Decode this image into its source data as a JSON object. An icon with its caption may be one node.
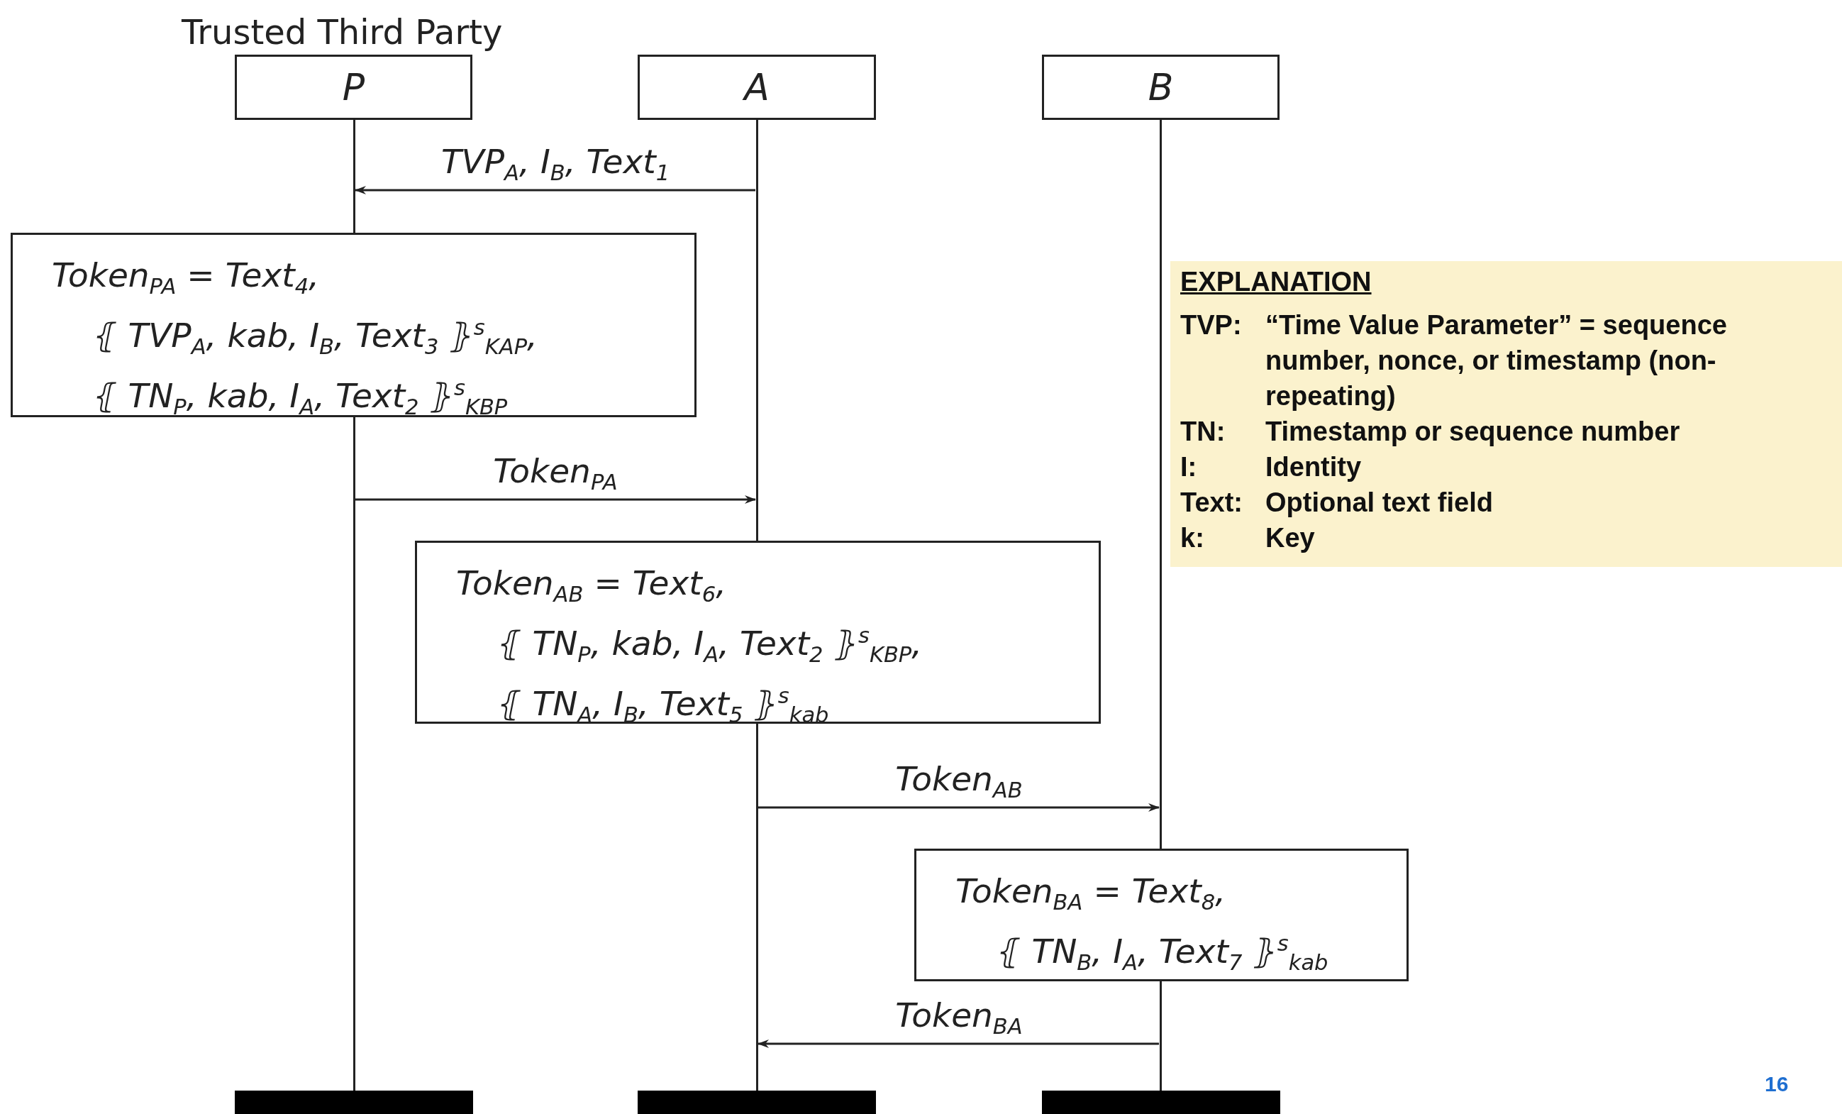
{
  "diagram": {
    "nodes": [
      {
        "text": [
          "Trusted Third Party",
          "P"
        ]
      },
      {
        "text": [
          "A"
        ]
      },
      {
        "text": [
          "B"
        ]
      },
      {
        "text": [
          "Token$_{PA}$ = Text$_{4}$,",
          "⦃ TVP$_{A}$, kab, I$_{B}$, Text$_{3}$ ⦄$^{s}$$_{KAP}$,",
          "⦃ TN$_{P}$, kab, I$_{A}$, Text$_{2}$ ⦄$^{s}$$_{KBP}$"
        ]
      },
      {
        "text": [
          "Token$_{AB}$ = Text$_{6}$,",
          "⦃ TN$_{P}$, kab, I$_{A}$, Text$_{2}$ ⦄$^{s}$$_{KBP}$,",
          "⦃ TN$_{A}$, I$_{B}$, Text$_{5}$ ⦄$^{s}$$_{kab}$"
        ]
      },
      {
        "text": [
          "Token$_{BA}$ = Text$_{8}$,",
          "⦃ TN$_{B}$, I$_{A}$, Text$_{7}$ ⦄$^{s}$$_{kab}$"
        ]
      },
      {
        "text": [
          "EXPLANATION",
          "TVP:",
          "“Time Value Parameter” = sequence number, nonce, or timestamp (non-repeating)",
          "TN:",
          "Timestamp or sequence number",
          "I:",
          "Identity",
          "Text:",
          "Optional text field",
          "k:",
          "Key"
        ]
      },
      {
        "text": [],
        "shape": "bar"
      },
      {
        "text": [],
        "shape": "bar"
      },
      {
        "text": [],
        "shape": "bar"
      },
      {
        "text": [],
        "shape": "line"
      },
      {
        "text": [],
        "shape": "line"
      },
      {
        "text": [],
        "shape": "line"
      },
      {
        "text": [],
        "shape": "line"
      },
      {
        "text": [],
        "shape": "line"
      },
      {
        "text": [],
        "shape": "line"
      }
    ],
    "edges": [
      {
        "from": 12,
        "to": 10,
        "arrow": "to",
        "label": "TVP$_{A}$, I$_{B}$, Text$_{1}$"
      },
      {
        "from": 11,
        "to": 12,
        "arrow": "to",
        "label": "Token$_{PA}$"
      },
      {
        "from": 13,
        "to": 14,
        "arrow": "to",
        "label": "Token$_{AB}$"
      },
      {
        "from": 15,
        "to": 13,
        "arrow": "to",
        "label": "Token$_{BA}$"
      }
    ],
    "labels": [
      "16"
    ]
  }
}
